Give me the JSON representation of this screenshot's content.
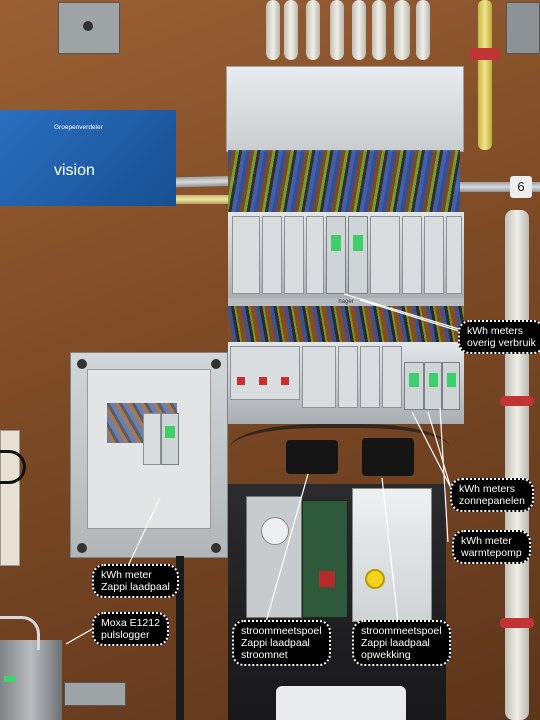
{
  "booklet": {
    "title": "Groepenverdeler",
    "brand": "vision"
  },
  "breaker_brand": "hager",
  "conduit_tag": "6",
  "callouts": [
    {
      "id": "kwh-meters-overig-verbruik",
      "lines": [
        "kWh meters",
        "overig verbruik"
      ]
    },
    {
      "id": "kwh-meters-zonnepanelen",
      "lines": [
        "kWh meters",
        "zonnepanelen"
      ]
    },
    {
      "id": "kwh-meter-warmtepomp",
      "lines": [
        "kWh meter",
        "warmtepomp"
      ]
    },
    {
      "id": "kwh-meter-zappi-laadpaal",
      "lines": [
        "kWh meter",
        "Zappi laadpaal"
      ]
    },
    {
      "id": "moxa-e1212-pulslogger",
      "lines": [
        "Moxa E1212",
        "pulslogger"
      ]
    },
    {
      "id": "stroommeetspoel-zappi-stroomnet",
      "lines": [
        "stroommeetspoel",
        "Zappi laadpaal",
        "stroomnet"
      ]
    },
    {
      "id": "stroommeetspoel-zappi-opwekking",
      "lines": [
        "stroommeetspoel",
        "Zappi laadpaal",
        "opwekking"
      ]
    }
  ],
  "colors": {
    "wood": "#8a532b",
    "panel": "#d9dde0",
    "callout_bg": "#000000",
    "callout_text": "#ffffff",
    "booklet_blue": "#1f5fa8",
    "meter_display": "#3fcf6a"
  }
}
